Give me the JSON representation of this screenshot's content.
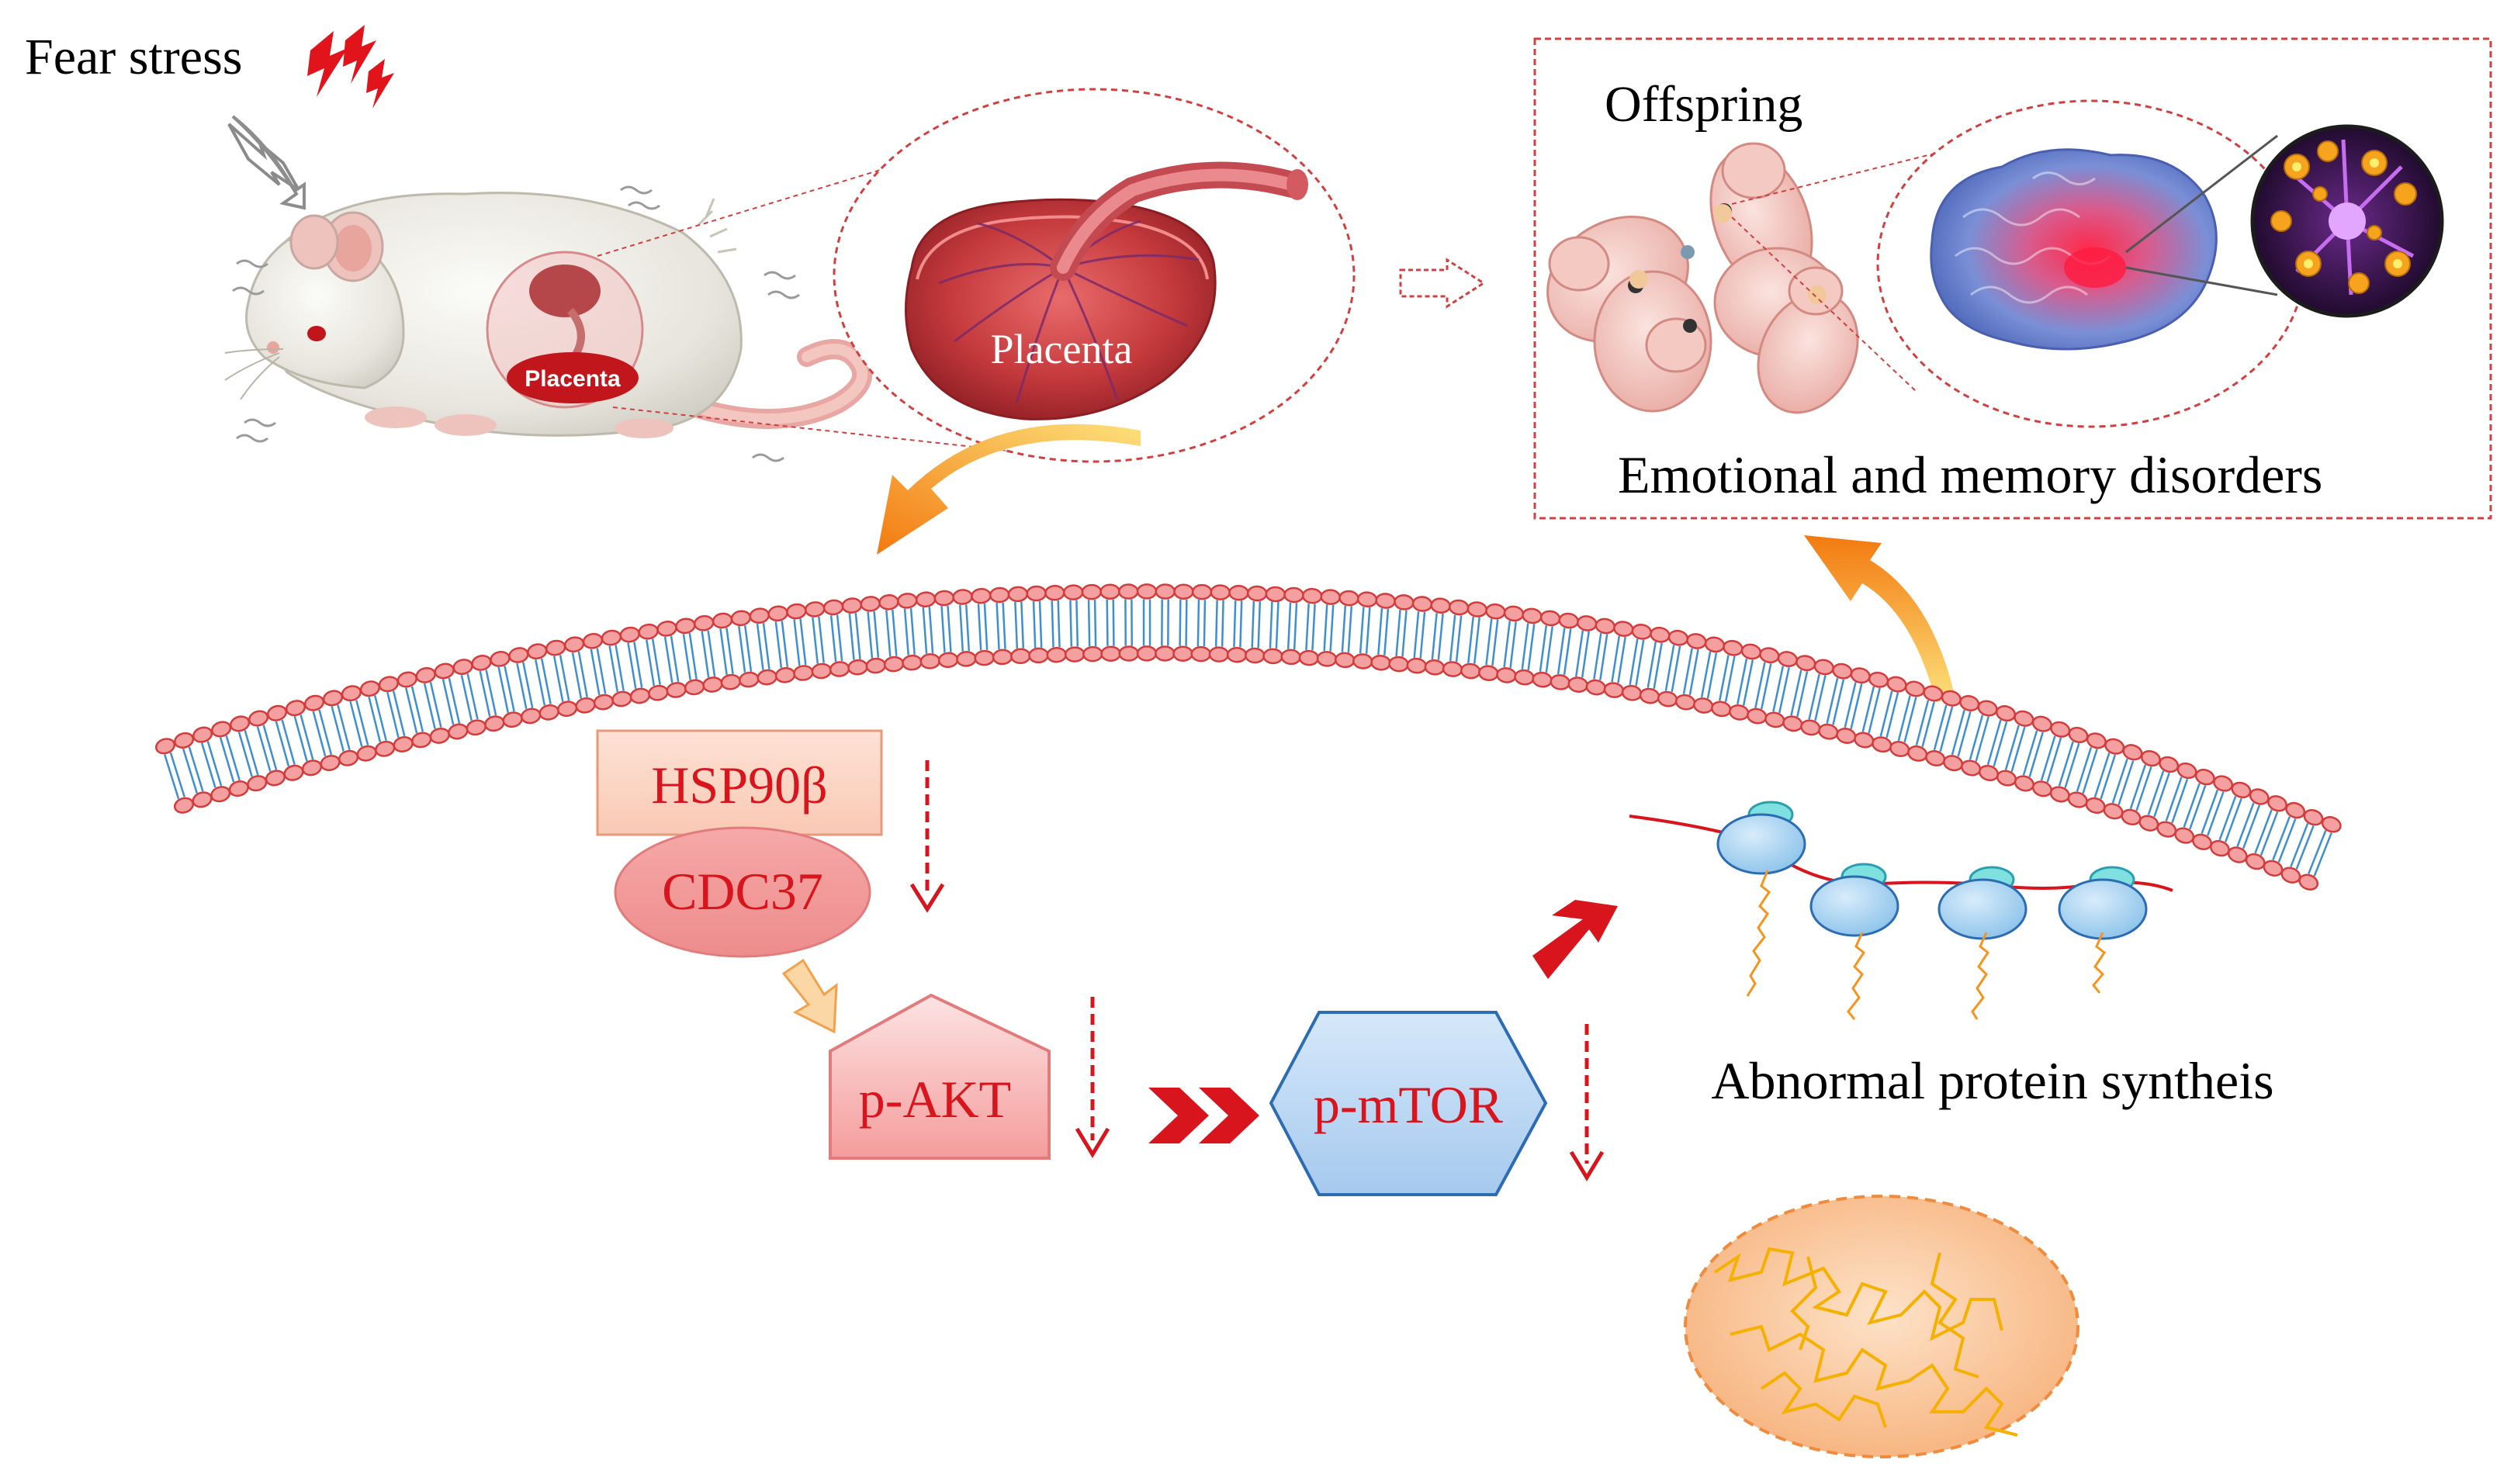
{
  "labels": {
    "fear_stress": "Fear stress",
    "placenta_small": "Placenta",
    "placenta_large": "Placenta",
    "offspring": "Offspring",
    "disorders": "Emotional and memory disorders",
    "hsp90b": "HSP90β",
    "cdc37": "CDC37",
    "pakt": "p-AKT",
    "pmtor": "p-mTOR",
    "protein_synthesis": "Abnormal protein syntheis"
  },
  "colors": {
    "red_text": "#d8141c",
    "membrane_head": "#f4a0a0",
    "membrane_head_stroke": "#d23c3c",
    "membrane_tail": "#3f8fd0",
    "orange_arrow": "#f7941d",
    "mtor_fill": "#bcd9f5",
    "ribosome_fill": "#aed6f1",
    "nucleus_fill": "#fbc89c"
  },
  "icons": {
    "fear": "lightning-bolts-icon",
    "down_arrow": "dashed-down-arrow-icon",
    "up_arrow": "double-chevron-up-icon",
    "forward": "double-chevron-right-icon"
  }
}
